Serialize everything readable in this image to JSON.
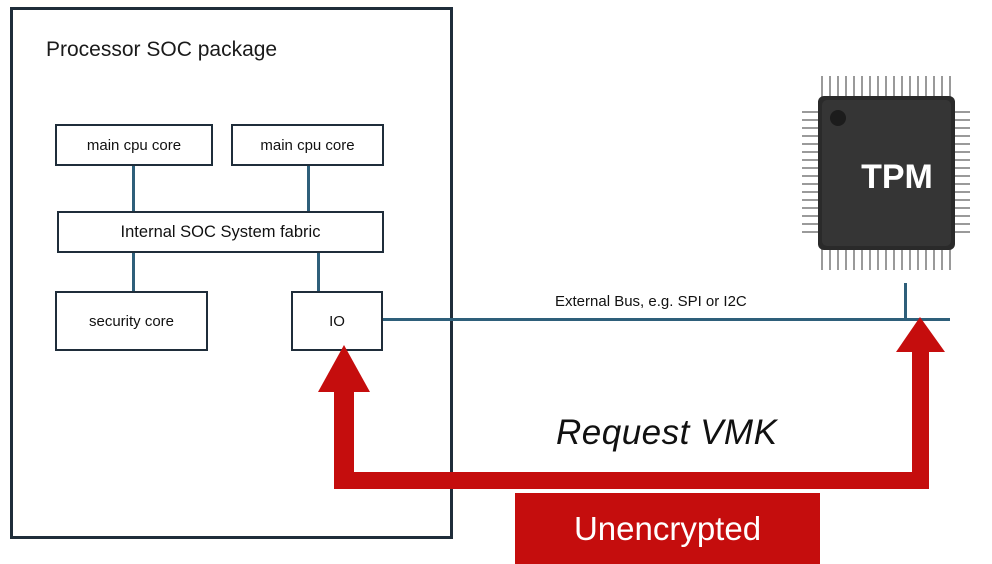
{
  "package": {
    "title": "Processor SOC package"
  },
  "blocks": {
    "core1": "main cpu core",
    "core2": "main cpu core",
    "fabric": "Internal SOC System fabric",
    "security": "security core",
    "io": "IO"
  },
  "bus": {
    "label": "External Bus, e.g. SPI or I2C"
  },
  "chip": {
    "label": "TPM"
  },
  "request": {
    "label": "Request VMK"
  },
  "banner": {
    "label": "Unencrypted"
  },
  "colors": {
    "arrow": "#c50d0d",
    "wire": "#2e5f7a",
    "chip": "#2a2a2a",
    "border": "#1f2d3a"
  }
}
